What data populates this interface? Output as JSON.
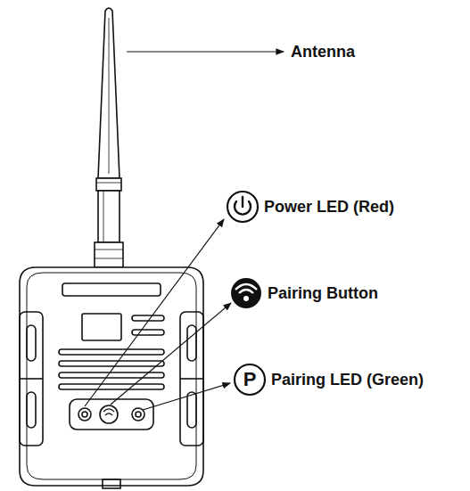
{
  "diagram": {
    "labels": [
      "Antenna",
      "Power LED (Red)",
      "Pairing Button",
      "Pairing LED (Green)",
      "P"
    ]
  }
}
